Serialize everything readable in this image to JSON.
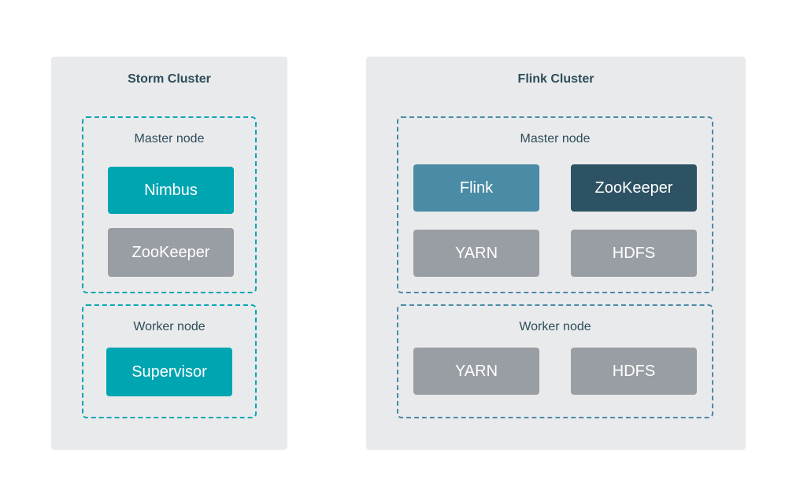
{
  "colors": {
    "storm_border": "#0aa5b5",
    "flink_border": "#4a8aa6",
    "teal": "#00a5b2",
    "steel_blue": "#4a8ba5",
    "dark_slate": "#2c5263",
    "gray": "#999ea4"
  },
  "storm": {
    "title": "Storm Cluster",
    "master_label": "Master node",
    "nimbus": "Nimbus",
    "zookeeper": "ZooKeeper",
    "worker_label": "Worker node",
    "supervisor": "Supervisor"
  },
  "flink": {
    "title": "Flink Cluster",
    "master_label": "Master node",
    "flink": "Flink",
    "zookeeper": "ZooKeeper",
    "yarn": "YARN",
    "hdfs": "HDFS",
    "worker_label": "Worker node",
    "worker_yarn": "YARN",
    "worker_hdfs": "HDFS"
  }
}
